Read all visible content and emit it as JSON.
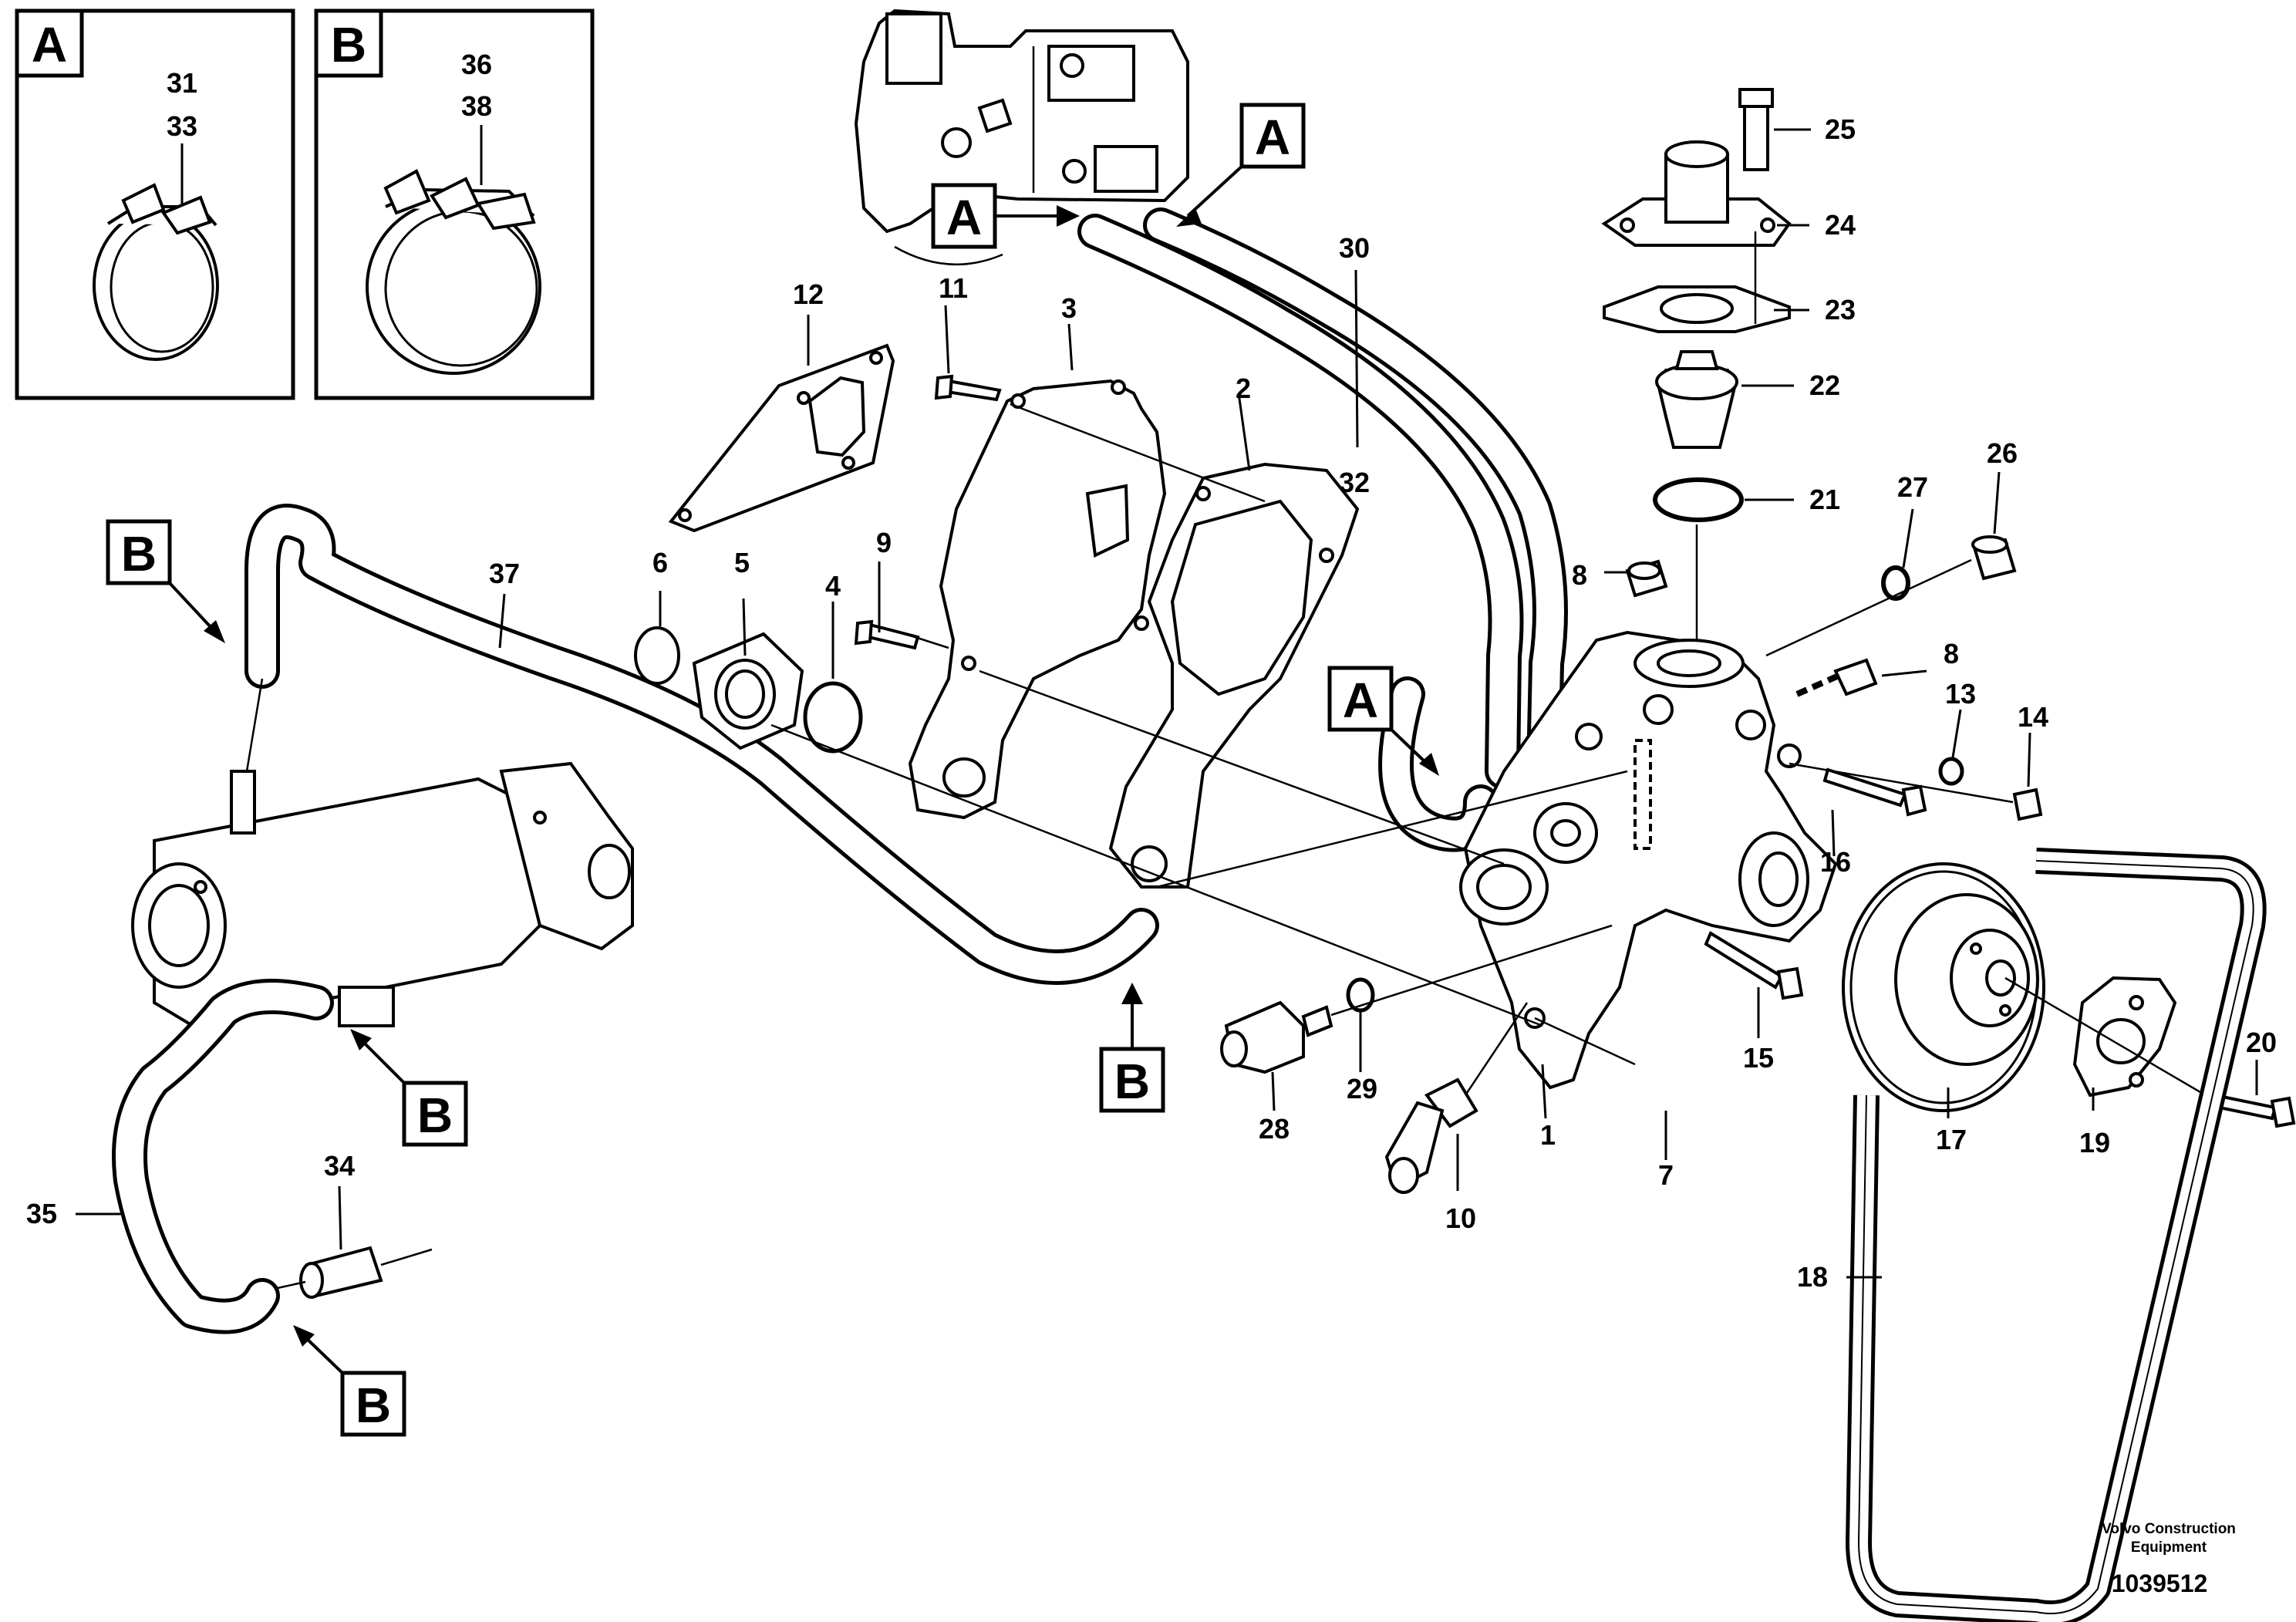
{
  "insets": [
    {
      "letter": "A",
      "parts": [
        "31",
        "33"
      ]
    },
    {
      "letter": "B",
      "parts": [
        "36",
        "38"
      ]
    }
  ],
  "refs": {
    "a1": "A",
    "a2": "A",
    "a3": "A",
    "b1": "B",
    "b2": "B",
    "b3": "B",
    "b4": "B"
  },
  "callouts": {
    "p1": "1",
    "p2": "2",
    "p3": "3",
    "p4": "4",
    "p5": "5",
    "p6": "6",
    "p7": "7",
    "p8a": "8",
    "p8b": "8",
    "p9": "9",
    "p10": "10",
    "p11": "11",
    "p12": "12",
    "p13": "13",
    "p14": "14",
    "p15": "15",
    "p16": "16",
    "p17": "17",
    "p18": "18",
    "p19": "19",
    "p20": "20",
    "p21": "21",
    "p22": "22",
    "p23": "23",
    "p24": "24",
    "p25": "25",
    "p26": "26",
    "p27": "27",
    "p28": "28",
    "p29": "29",
    "p30": "30",
    "p32": "32",
    "p34": "34",
    "p35": "35",
    "p37": "37"
  },
  "credit": {
    "line1": "Volvo Construction",
    "line2": "Equipment",
    "doc_number": "1039512"
  }
}
